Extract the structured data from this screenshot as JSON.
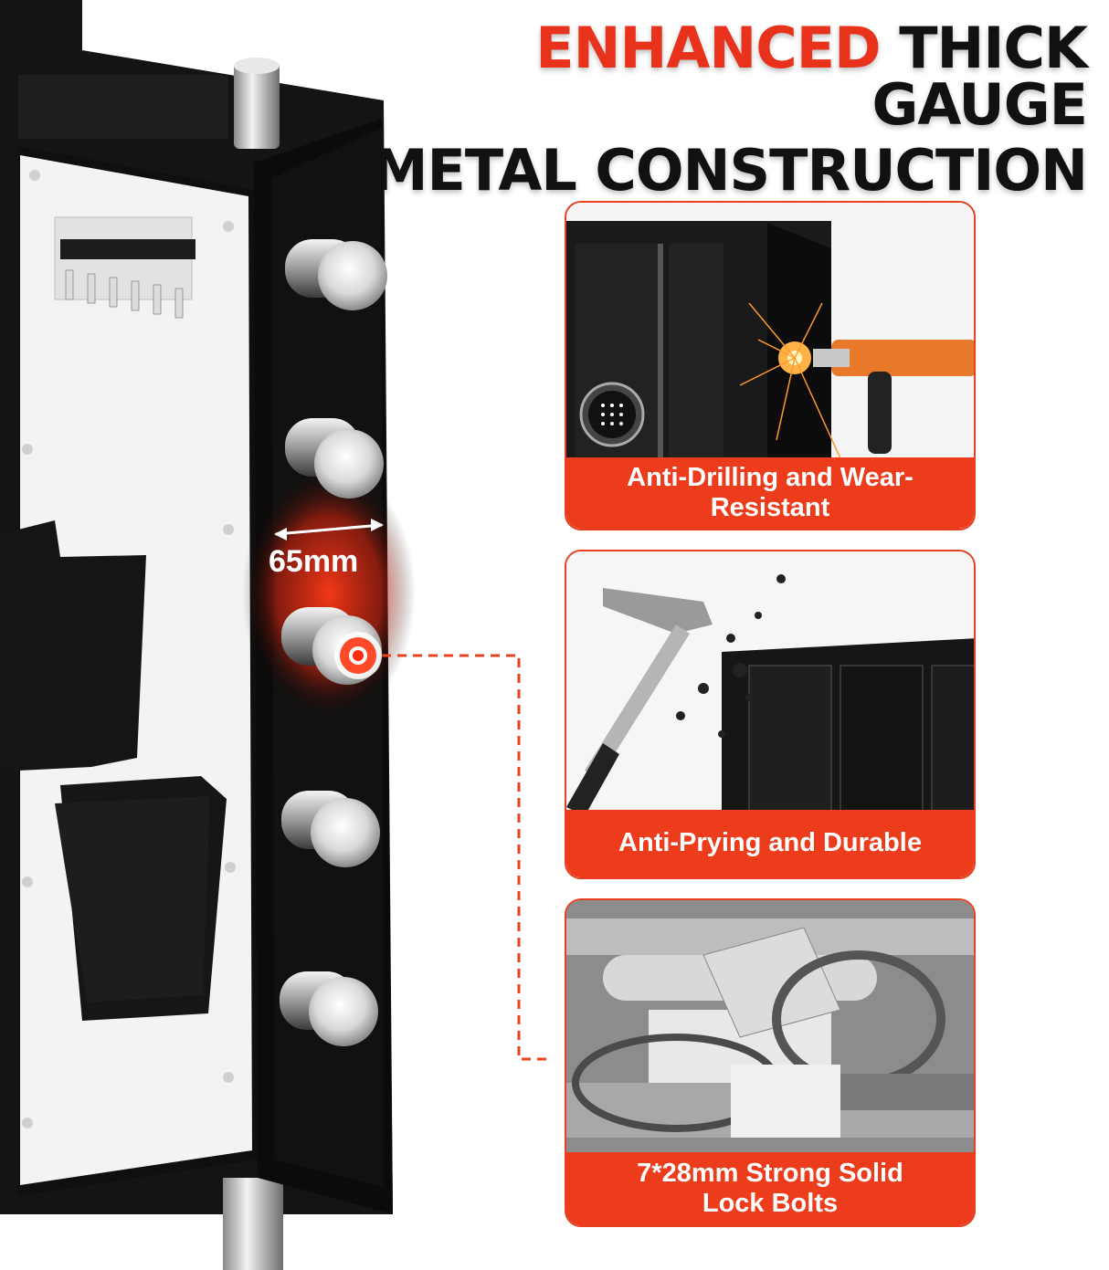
{
  "headline": {
    "accent_word": "ENHANCED",
    "line1_rest": " THICK GAUGE",
    "line2": "METAL CONSTRUCTION"
  },
  "door": {
    "measurement_label": "65mm"
  },
  "features": [
    {
      "caption_line1": "Anti-Drilling and Wear-",
      "caption_line2": "Resistant"
    },
    {
      "caption_line1": "Anti-Prying and Durable",
      "caption_line2": ""
    },
    {
      "caption_line1": "7*28mm Strong Solid",
      "caption_line2": "Lock Bolts"
    }
  ],
  "colors": {
    "accent": "#e8321c",
    "caption_bg": "#ec3c1c",
    "dark": "#111111"
  }
}
